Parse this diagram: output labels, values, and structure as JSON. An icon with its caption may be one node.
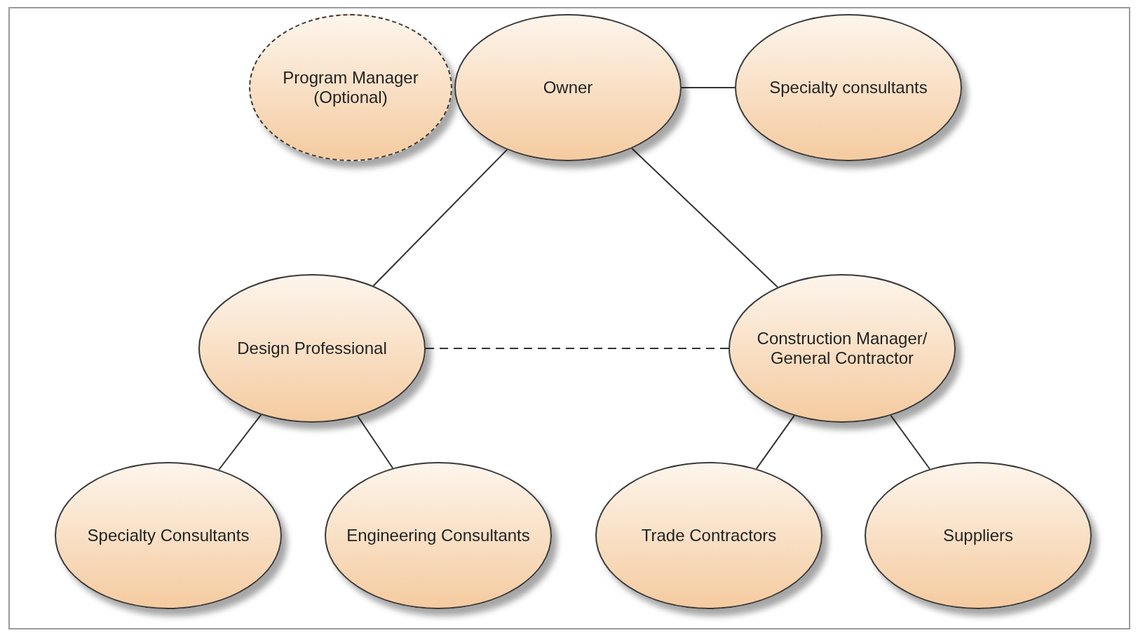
{
  "diagram": {
    "nodes": [
      {
        "text": [
          "Program Manager (Optional)"
        ]
      },
      {
        "text": [
          "Owner"
        ]
      },
      {
        "text": [
          "Specialty consultants"
        ]
      },
      {
        "text": [
          "Design Professional"
        ]
      },
      {
        "text": [
          "Construction Manager/ General Contractor"
        ]
      },
      {
        "text": [
          "Specialty Consultants"
        ]
      },
      {
        "text": [
          "Engineering Consultants"
        ]
      },
      {
        "text": [
          "Trade Contractors"
        ]
      },
      {
        "text": [
          "Suppliers"
        ]
      }
    ],
    "edges": [
      {
        "from": 1,
        "to": 2,
        "arrow": "none"
      },
      {
        "from": 1,
        "to": 3,
        "arrow": "none"
      },
      {
        "from": 1,
        "to": 4,
        "arrow": "none"
      },
      {
        "from": 3,
        "to": 4,
        "arrow": "none",
        "style": "dashed"
      },
      {
        "from": 3,
        "to": 5,
        "arrow": "none"
      },
      {
        "from": 3,
        "to": 6,
        "arrow": "none"
      },
      {
        "from": 4,
        "to": 7,
        "arrow": "none"
      },
      {
        "from": 4,
        "to": 8,
        "arrow": "none"
      }
    ]
  }
}
